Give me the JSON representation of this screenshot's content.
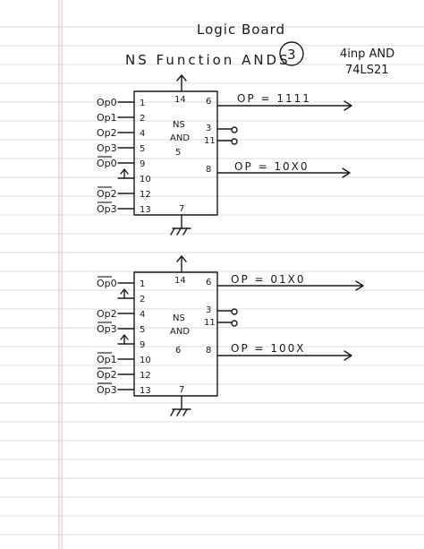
{
  "page": {
    "title": "Logic Board",
    "heading": "NS Function ANDS",
    "circled_number": "3",
    "part_desc": "4inp AND",
    "part_number": "74LS21"
  },
  "chips": [
    {
      "center_label": [
        "NS",
        "AND",
        "5"
      ],
      "inputs": [
        {
          "signal": "Op0",
          "bar": false,
          "pin": "1"
        },
        {
          "signal": "Op1",
          "bar": false,
          "pin": "2"
        },
        {
          "signal": "Op2",
          "bar": false,
          "pin": "4"
        },
        {
          "signal": "Op3",
          "bar": false,
          "pin": "5"
        },
        {
          "signal": "Op0",
          "bar": true,
          "pin": "9"
        },
        {
          "signal": "↑",
          "bar": false,
          "pin": "10"
        },
        {
          "signal": "Op2",
          "bar": true,
          "pin": "12"
        },
        {
          "signal": "Op3",
          "bar": true,
          "pin": "13"
        }
      ],
      "top_pin": "14",
      "bottom_pin": "7",
      "right_pins": [
        "6",
        "3",
        "11",
        "8"
      ],
      "outputs": [
        {
          "pin": "6",
          "label": "OP = 1111"
        },
        {
          "pin": "8",
          "label": "OP = 10X0"
        }
      ]
    },
    {
      "center_label": [
        "NS",
        "AND",
        "6"
      ],
      "inputs": [
        {
          "signal": "Op0",
          "bar": true,
          "pin": "1"
        },
        {
          "signal": "↑",
          "bar": false,
          "pin": "2"
        },
        {
          "signal": "Op2",
          "bar": false,
          "pin": "4"
        },
        {
          "signal": "Op3",
          "bar": true,
          "pin": "5"
        },
        {
          "signal": "↑",
          "bar": false,
          "pin": "9"
        },
        {
          "signal": "Op1",
          "bar": true,
          "pin": "10"
        },
        {
          "signal": "Op2",
          "bar": true,
          "pin": "12"
        },
        {
          "signal": "Op3",
          "bar": true,
          "pin": "13"
        }
      ],
      "top_pin": "14",
      "bottom_pin": "7",
      "right_pins": [
        "6",
        "3",
        "11",
        "8"
      ],
      "outputs": [
        {
          "pin": "6",
          "label": "OP = 01X0"
        },
        {
          "pin": "8",
          "label": "OP = 100X"
        }
      ]
    }
  ],
  "colors": {
    "ink": "#1a1a1a",
    "ruled_line": "#cfd3da",
    "margin_line": "#d9aeb0",
    "paper": "#ffffff"
  }
}
